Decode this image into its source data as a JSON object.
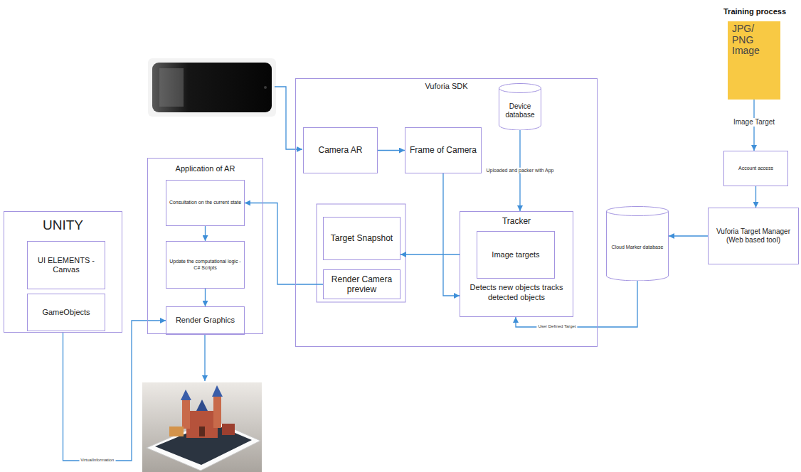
{
  "diagram": {
    "nodes": [
      {
        "text": [
          "Application of AR"
        ]
      },
      {
        "text": [
          "Consultation on the current state"
        ],
        "in": 0
      },
      {
        "text": [
          "Update the computational logic - C# Scripts"
        ],
        "in": 0
      },
      {
        "text": [
          "Render Graphics"
        ],
        "in": 0
      },
      {
        "text": [
          "UNITY"
        ]
      },
      {
        "text": [
          "UI ELEMENTS - Canvas"
        ],
        "in": 4
      },
      {
        "text": [
          "GameObjects"
        ],
        "in": 4
      },
      {
        "text": [
          "Vuforia SDK"
        ]
      },
      {
        "text": [
          "Camera AR"
        ],
        "in": 7
      },
      {
        "text": [
          "Frame of Camera"
        ],
        "in": 7
      },
      {
        "text": [
          "Device database"
        ],
        "in": 7
      },
      {
        "text": [
          "Target Snapshot"
        ],
        "in": 7
      },
      {
        "text": [
          "Render Camera preview"
        ],
        "in": 7
      },
      {
        "text": [
          "Tracker",
          "Detects new objects tracks detected objects"
        ],
        "in": 7
      },
      {
        "text": [
          "Image targets"
        ],
        "in": 13
      },
      {
        "text": [
          "Training process",
          "JPG/ PNG Image"
        ]
      },
      {
        "text": [
          "Account access"
        ]
      },
      {
        "text": [
          "Vuforia Target Manager (Web based tool)"
        ]
      },
      {
        "text": [
          "Cloud Marker database"
        ]
      }
    ],
    "edges": [
      {
        "from": 8,
        "to": 9,
        "arrow": "to"
      },
      {
        "from": 10,
        "to": 13,
        "label": "Uploaded and packer with App",
        "arrow": "to"
      },
      {
        "from": 9,
        "to": 13,
        "arrow": "to"
      },
      {
        "from": 13,
        "to": 11,
        "arrow": "to"
      },
      {
        "from": 12,
        "to": 1,
        "arrow": "to"
      },
      {
        "from": 1,
        "to": 2,
        "arrow": "to"
      },
      {
        "from": 2,
        "to": 3,
        "arrow": "to"
      },
      {
        "from": 4,
        "to": 3,
        "label": "VirtualInformation",
        "arrow": "to"
      },
      {
        "from": 15,
        "to": 16,
        "label": "Image Target",
        "arrow": "to"
      },
      {
        "from": 16,
        "to": 17,
        "arrow": "to"
      },
      {
        "from": 17,
        "to": 18,
        "arrow": "to"
      },
      {
        "from": 18,
        "to": 13,
        "label": "User Defined Target",
        "arrow": "to"
      }
    ]
  }
}
